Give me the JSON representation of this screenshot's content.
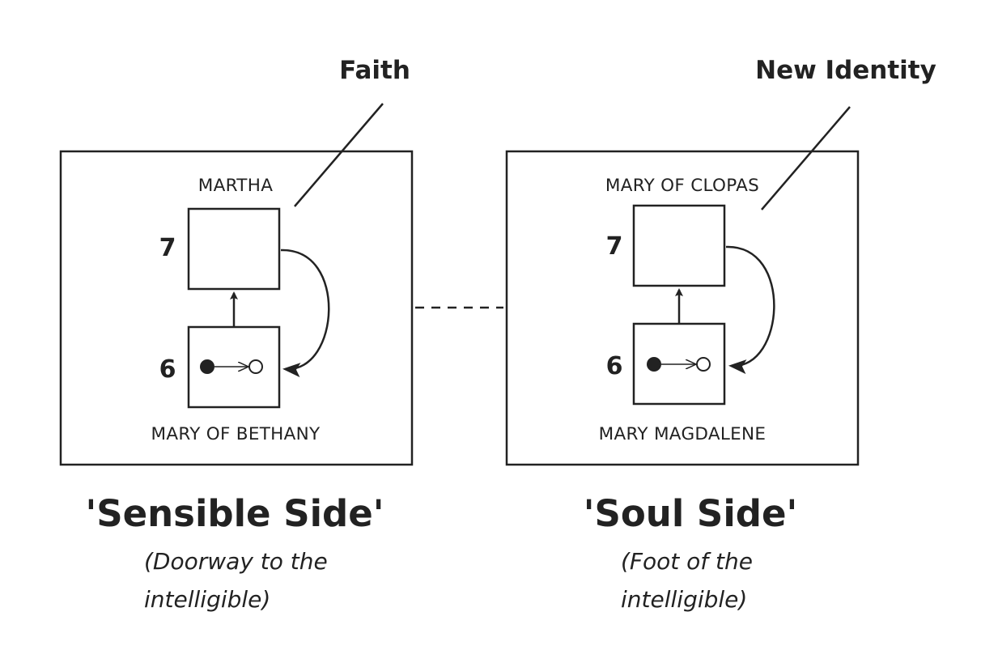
{
  "left_panel": {
    "callout": "Faith",
    "top_label": "MARTHA",
    "top_number": "7",
    "bottom_number": "6",
    "bottom_label": "MARY OF BETHANY",
    "side_title": "'Sensible Side'",
    "side_sub_line1": "(Doorway to the",
    "side_sub_line2": "intelligible)"
  },
  "right_panel": {
    "callout": "New Identity",
    "top_label": "MARY OF CLOPAS",
    "top_number": "7",
    "bottom_number": "6",
    "bottom_label": "MARY MAGDALENE",
    "side_title": "'Soul Side'",
    "side_sub_line1": "(Foot of the",
    "side_sub_line2": "intelligible)"
  },
  "colors": {
    "ink": "#222222",
    "background": "#ffffff"
  }
}
